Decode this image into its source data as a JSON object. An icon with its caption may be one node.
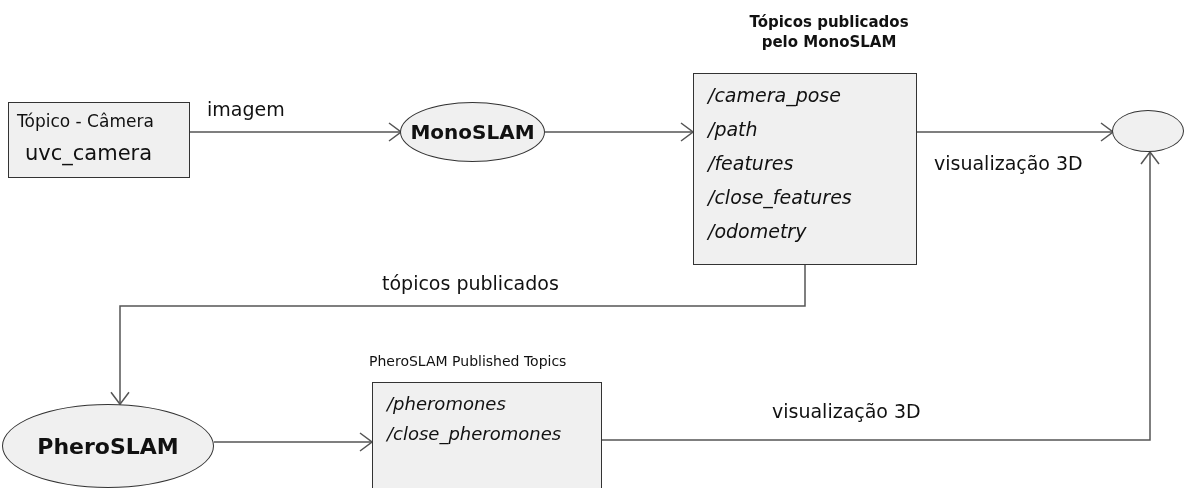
{
  "diagram": {
    "nodes": [
      {
        "text": [
          "Tópico - Câmera",
          "uvc_camera"
        ]
      },
      {
        "text": [
          "MonoSLAM"
        ]
      },
      {
        "text": [
          "Tópicos publicados pelo MonoSLAM",
          "/camera_pose",
          "/path",
          "/features",
          "/close_features",
          "/odometry"
        ]
      },
      {
        "text": [],
        "shape": "ellipse"
      },
      {
        "text": [
          "PheroSLAM"
        ]
      },
      {
        "text": [
          "PheroSLAM Published Topics",
          "/pheromones",
          "/close_pheromones"
        ]
      }
    ],
    "edges": [
      {
        "from": 0,
        "to": 1,
        "arrow": "to",
        "label": "imagem"
      },
      {
        "from": 1,
        "to": 2,
        "arrow": "to"
      },
      {
        "from": 2,
        "to": 3,
        "arrow": "to",
        "label": "visualização 3D"
      },
      {
        "from": 2,
        "to": 4,
        "arrow": "to",
        "label": "tópicos publicados"
      },
      {
        "from": 4,
        "to": 5,
        "arrow": "to"
      },
      {
        "from": 5,
        "to": 3,
        "arrow": "to",
        "label": "visualização 3D"
      }
    ]
  }
}
